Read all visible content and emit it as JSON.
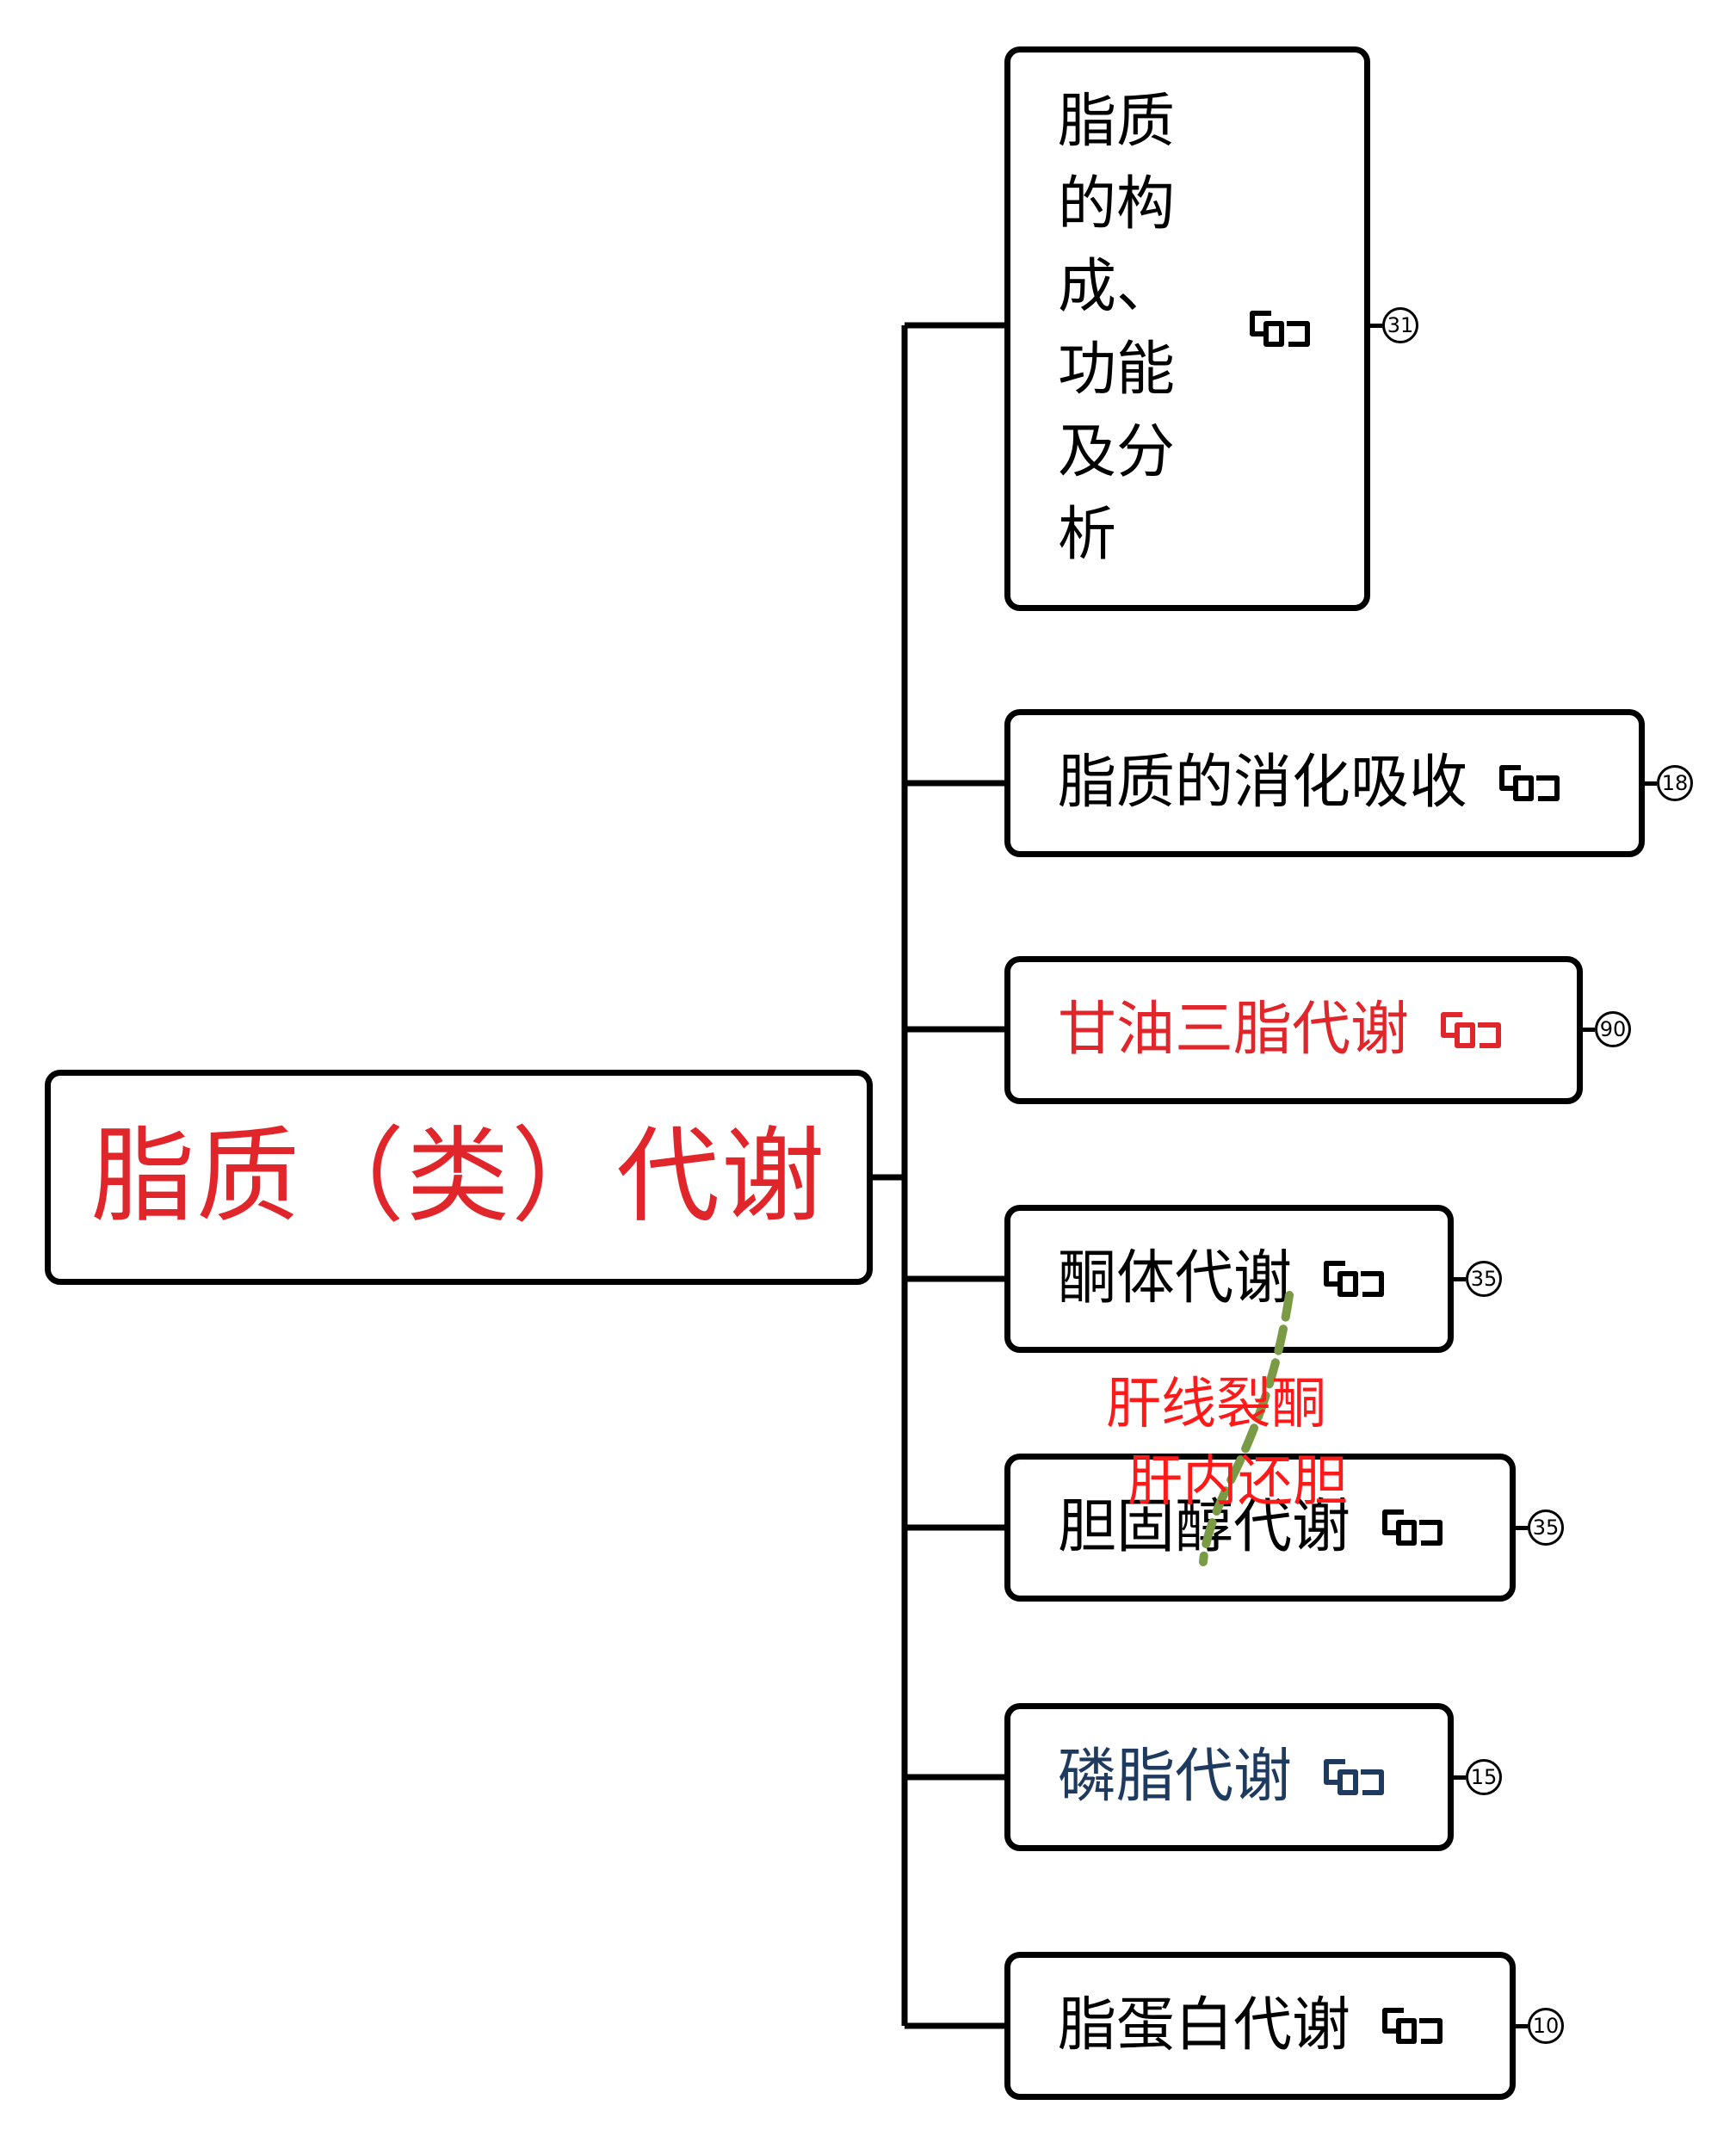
{
  "colors": {
    "root_text": "#e0262a",
    "red_topic": "#e0262a",
    "blue_topic": "#1f3a5f",
    "black_topic": "#000000",
    "annotation": "#ff1a1a",
    "dashed_arrow": "#7a9a45"
  },
  "root": {
    "label": "脂质（类）代谢"
  },
  "topics": [
    {
      "label": "脂质的构成、功能及分析",
      "count": "31",
      "icon": "link-icon",
      "color": "#000000"
    },
    {
      "label": "脂质的消化吸收",
      "count": "18",
      "icon": "link-icon",
      "color": "#000000"
    },
    {
      "label": "甘油三脂代谢",
      "count": "90",
      "icon": "link-icon",
      "color": "#e0262a"
    },
    {
      "label": "酮体代谢",
      "count": "35",
      "icon": "link-icon",
      "color": "#000000"
    },
    {
      "label": "胆固醇代谢",
      "count": "35",
      "icon": "link-icon",
      "color": "#000000"
    },
    {
      "label": "磷脂代谢",
      "count": "15",
      "icon": "link-icon",
      "color": "#1f3a5f"
    },
    {
      "label": "脂蛋白代谢",
      "count": "10",
      "icon": "link-icon",
      "color": "#000000"
    }
  ],
  "annotations": [
    {
      "text": "肝线裂酮"
    },
    {
      "text": "肝内还胆"
    }
  ]
}
